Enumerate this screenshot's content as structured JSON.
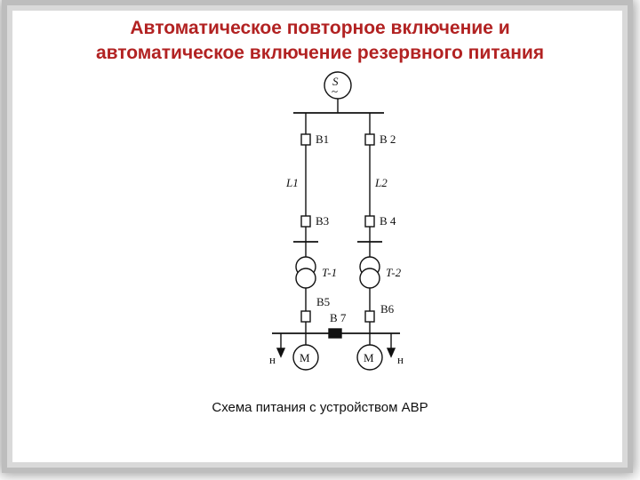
{
  "slide": {
    "title_line1": "Автоматическое повторное включение и",
    "title_line2": "автоматическое включение резервного питания",
    "caption": "Схема питания с устройством АВР"
  },
  "diagram": {
    "source_label": "S",
    "source_symbol": "~",
    "breakers": {
      "b1": "B1",
      "b2": "B 2",
      "b3": "B3",
      "b4": "B 4",
      "b5": "B5",
      "b6": "B6",
      "b7": "B 7"
    },
    "lines": {
      "l1": "L1",
      "l2": "L2"
    },
    "transformers": {
      "t1": "T-1",
      "t2": "T-2"
    },
    "motors": {
      "m1": "M",
      "m2": "M"
    },
    "loads": {
      "left": "н",
      "right": "н"
    }
  },
  "colors": {
    "title": "#b22222",
    "text": "#111111",
    "line": "#111111"
  }
}
